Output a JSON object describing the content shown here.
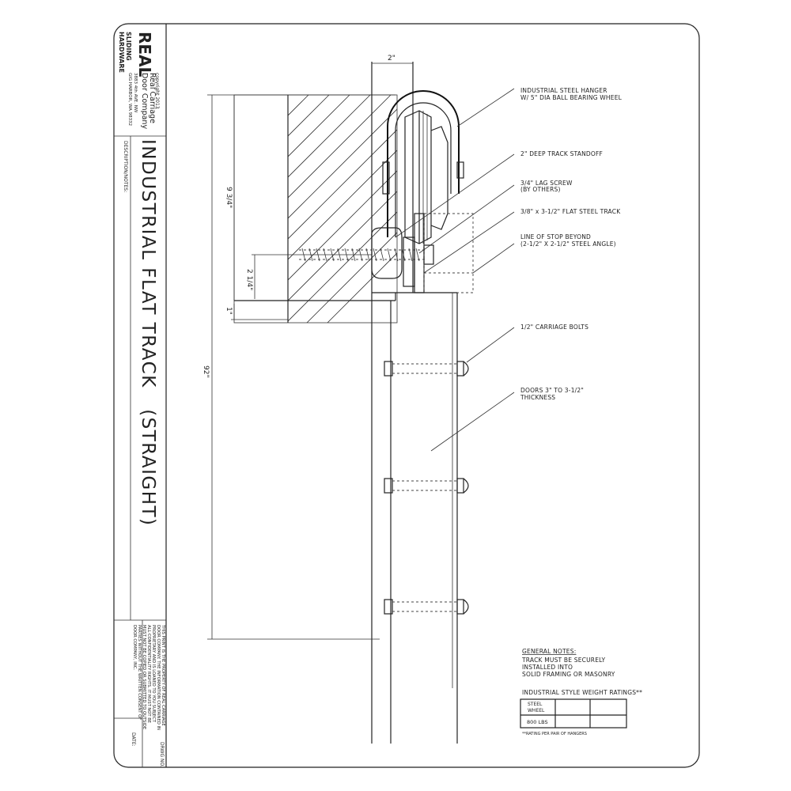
{
  "title_block": {
    "logo_top": "REAL",
    "logo_mid": "SLIDING",
    "logo_bottom": "HARDWARE",
    "copyright": "copyright 2013",
    "company_line1": "Real Carriage",
    "company_line2": "Door Company",
    "address_line1": "3883 4th AVE. NW",
    "address_line2": "GIG HARBOR, WA 98332",
    "desc_label": "DESCRIPTION/NOTES:",
    "drawing_title": "INDUSTRIAL FLAT TRACK   (STRAIGHT)",
    "property_notice": [
      "THIS PRINT IS THE PROPERTY OF REAL CARRIAGE",
      "DOOR COMPANY. THE INFORMATION CONTAINED IN",
      "PROPRIETARY AND IS LOANED TO YOU SUBJECT",
      "ALL CONFIDENTIALITY RIGHTS. IT MUST NOT BE",
      "MUST NOT BE COPIED OR SUBMITTED TO OUTSIDE",
      "PARTIES WITHOUT THE WRITTEN CONSENT OF",
      "DOOR COMPANY, INC."
    ],
    "drawing_no_label": "DRWG NO.",
    "date_label": "DATE:"
  },
  "dimensions": {
    "d_2in": "2\"",
    "d_9_3_4": "9 3/4\"",
    "d_2_1_4": "2 1/4\"",
    "d_1in": "1\"",
    "d_92": "92\""
  },
  "callouts": {
    "hanger_1": "INDUSTRIAL STEEL HANGER",
    "hanger_2": "W/ 5\" DIA BALL BEARING WHEEL",
    "standoff": "2\" DEEP TRACK STANDOFF",
    "lag_1": "3/4\" LAG SCREW",
    "lag_2": "(BY OTHERS)",
    "track": "3/8\" x 3-1/2\" FLAT STEEL TRACK",
    "stop_1": "LINE OF STOP BEYOND",
    "stop_2": "(2-1/2\" X 2-1/2\" STEEL ANGLE)",
    "bolts": "1/2\" CARRIAGE BOLTS",
    "doors_1": "DOORS 3\" TO 3-1/2\"",
    "doors_2": "THICKNESS"
  },
  "notes": {
    "heading": "GENERAL NOTES:",
    "line1": "TRACK MUST BE SECURELY",
    "line2": "INSTALLED INTO",
    "line3": "SOLID FRAMING OR MASONRY"
  },
  "ratings": {
    "heading": "INDUSTRIAL STYLE WEIGHT RATINGS**",
    "row_label_1": "STEEL",
    "row_label_2": "WHEEL",
    "value": "800 LBS",
    "footnote": "**RATING PER PAIR OF HANGERS"
  }
}
